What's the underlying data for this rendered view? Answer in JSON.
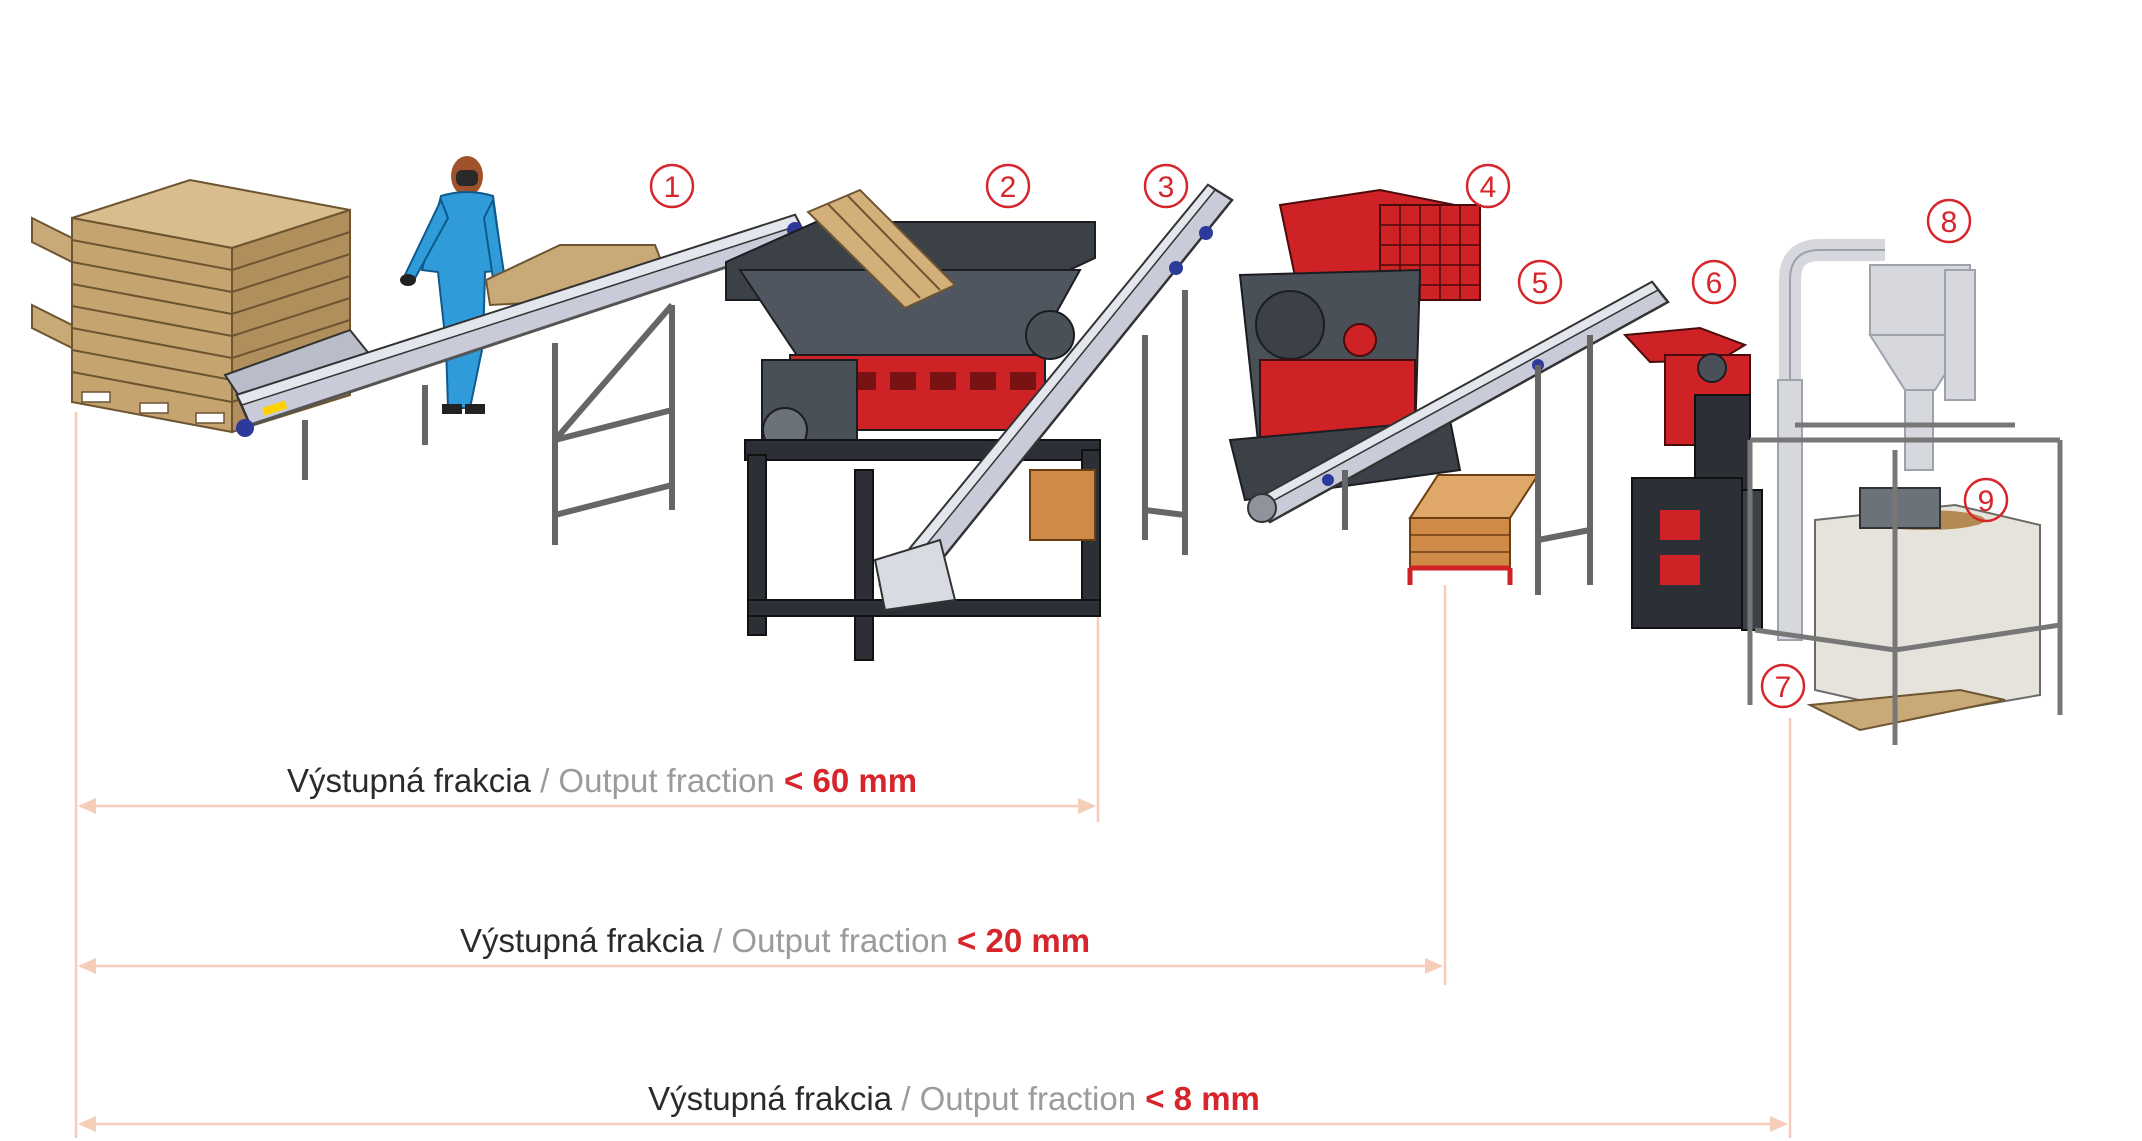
{
  "step_numbers": [
    "1",
    "2",
    "3",
    "4",
    "5",
    "6",
    "7",
    "8",
    "9"
  ],
  "fractions": [
    {
      "label_sk": "Výstupná frakcia",
      "separator": " / ",
      "label_en": "Output fraction",
      "value": "< 60 mm"
    },
    {
      "label_sk": "Výstupná frakcia",
      "separator": " / ",
      "label_en": "Output fraction",
      "value": "< 20 mm"
    },
    {
      "label_sk": "Výstupná frakcia",
      "separator": " / ",
      "label_en": "Output fraction",
      "value": "< 8 mm"
    }
  ],
  "colors": {
    "accent_red": "#d7262b",
    "dimension_line": "#f6cdb8",
    "machine_dark": "#3c4148",
    "conveyor_grey": "#c9ccd8",
    "wood": "#c9a978"
  }
}
